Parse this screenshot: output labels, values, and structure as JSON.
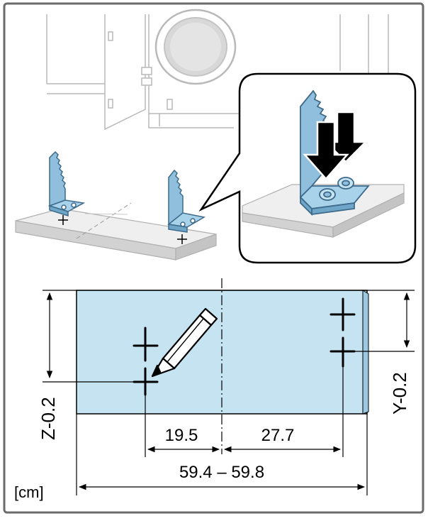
{
  "dimensions": {
    "left_offset": "19.5",
    "right_offset": "27.7",
    "total_width": "59.4 – 59.8",
    "z_label": "Z-0.2",
    "y_label": "Y-0.2",
    "unit": "[cm]"
  },
  "colors": {
    "frame": "#6b6b6b",
    "board_blue": "#c6e3f2",
    "bracket_blue": "#8fbfdc",
    "bracket_dark": "#3d6a8a",
    "line": "#000000",
    "light_line": "#b9b9b9",
    "board_top": "#efefef",
    "board_side": "#d2d2d2"
  },
  "icons": {
    "pencil": "pencil-icon",
    "arrows": "down-arrow-icon",
    "marks": "cross-mark-icon"
  }
}
